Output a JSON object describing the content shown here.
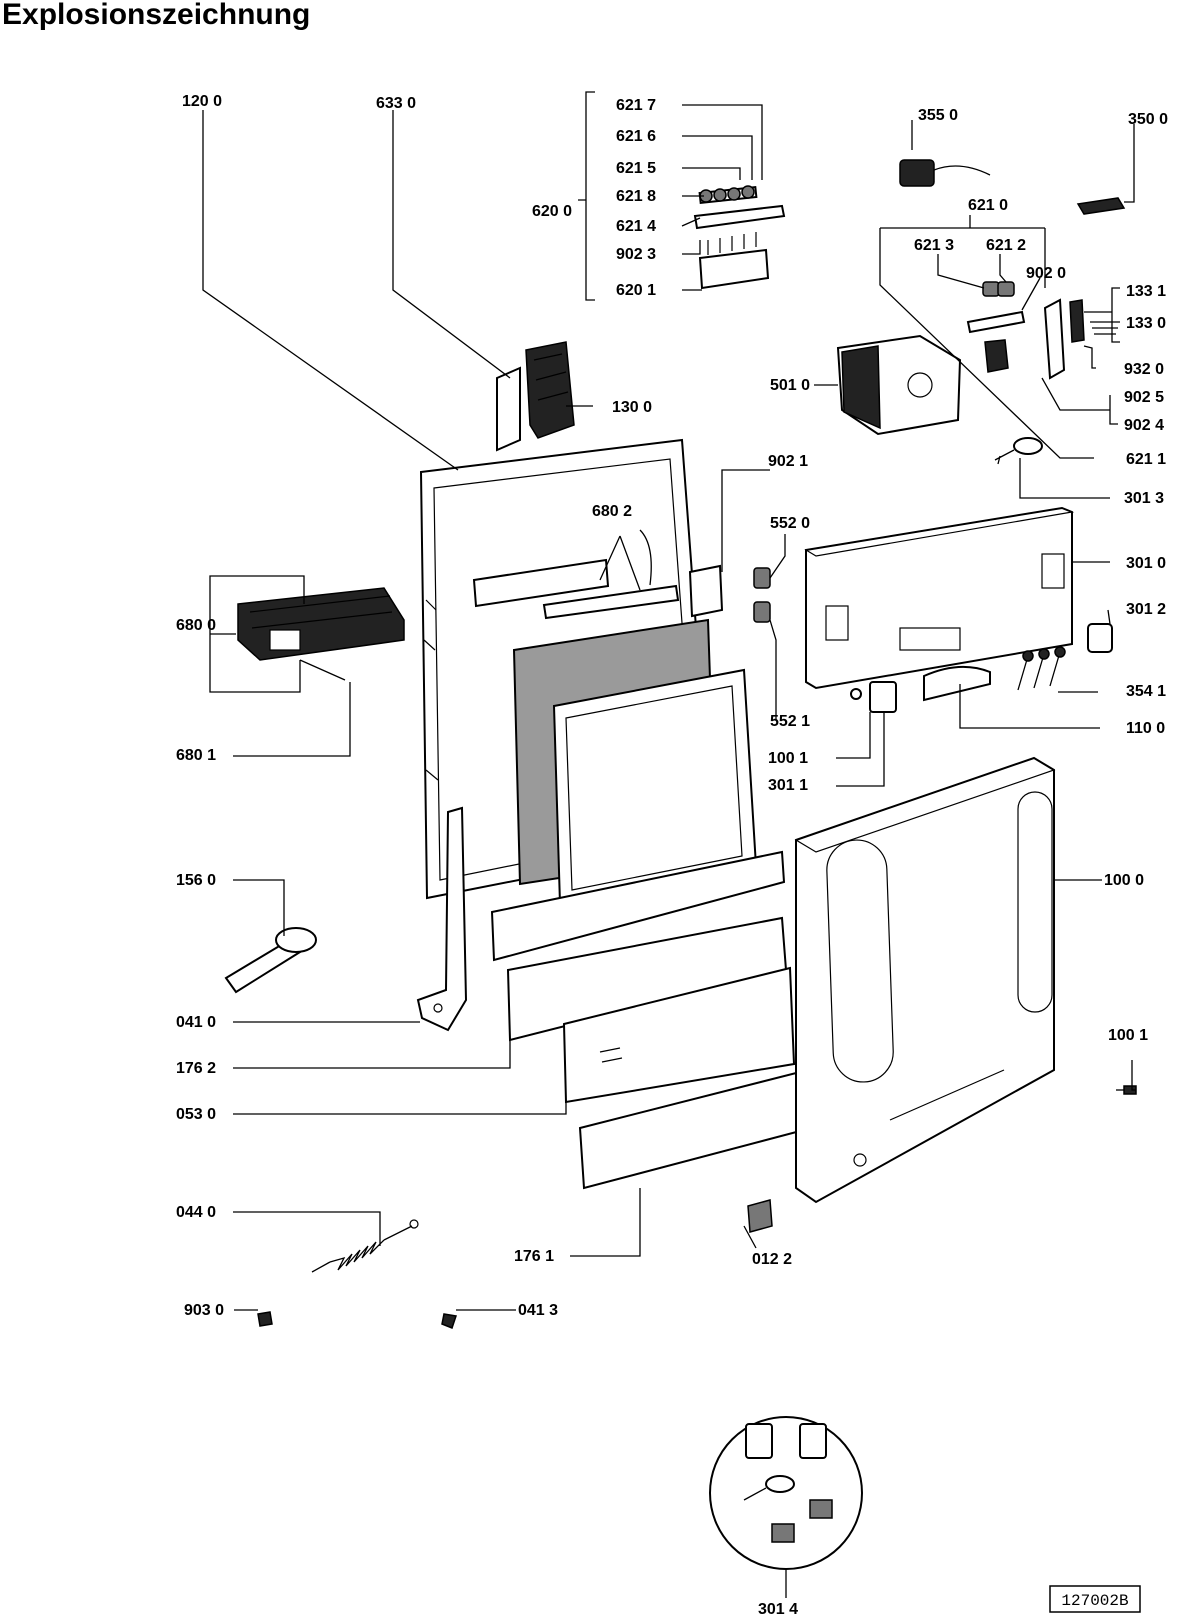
{
  "title": "Explosionszeichnung",
  "drawing_number": "127002B",
  "parts": [
    {
      "id": "p1200",
      "text": "120 0"
    },
    {
      "id": "p6330",
      "text": "633 0"
    },
    {
      "id": "p6217",
      "text": "621 7"
    },
    {
      "id": "p6216",
      "text": "621 6"
    },
    {
      "id": "p6215",
      "text": "621 5"
    },
    {
      "id": "p6218",
      "text": "621 8"
    },
    {
      "id": "p6200",
      "text": "620 0"
    },
    {
      "id": "p6214",
      "text": "621 4"
    },
    {
      "id": "p9023",
      "text": "902 3"
    },
    {
      "id": "p6201",
      "text": "620 1"
    },
    {
      "id": "p3550",
      "text": "355 0"
    },
    {
      "id": "p3500",
      "text": "350 0"
    },
    {
      "id": "p6210",
      "text": "621 0"
    },
    {
      "id": "p6213",
      "text": "621 3"
    },
    {
      "id": "p6212",
      "text": "621 2"
    },
    {
      "id": "p9020",
      "text": "902 0"
    },
    {
      "id": "p1331",
      "text": "133 1"
    },
    {
      "id": "p1330",
      "text": "133 0"
    },
    {
      "id": "p9320",
      "text": "932 0"
    },
    {
      "id": "p5010",
      "text": "501 0"
    },
    {
      "id": "p9025",
      "text": "902 5"
    },
    {
      "id": "p9024",
      "text": "902 4"
    },
    {
      "id": "p1300",
      "text": "130 0"
    },
    {
      "id": "p6211",
      "text": "621 1"
    },
    {
      "id": "p9021",
      "text": "902 1"
    },
    {
      "id": "p3013",
      "text": "301 3"
    },
    {
      "id": "p6802",
      "text": "680 2"
    },
    {
      "id": "p5520",
      "text": "552 0"
    },
    {
      "id": "p3010",
      "text": "301 0"
    },
    {
      "id": "p3012",
      "text": "301 2"
    },
    {
      "id": "p6800",
      "text": "680 0"
    },
    {
      "id": "p3541",
      "text": "354 1"
    },
    {
      "id": "p5521",
      "text": "552 1"
    },
    {
      "id": "p1100",
      "text": "110 0"
    },
    {
      "id": "p6801",
      "text": "680 1"
    },
    {
      "id": "p1001a",
      "text": "100 1"
    },
    {
      "id": "p3011",
      "text": "301 1"
    },
    {
      "id": "p1560",
      "text": "156 0"
    },
    {
      "id": "p1000",
      "text": "100 0"
    },
    {
      "id": "p0410",
      "text": "041 0"
    },
    {
      "id": "p1001b",
      "text": "100 1"
    },
    {
      "id": "p1762",
      "text": "176 2"
    },
    {
      "id": "p0530",
      "text": "053 0"
    },
    {
      "id": "p0440",
      "text": "044 0"
    },
    {
      "id": "p1761",
      "text": "176 1"
    },
    {
      "id": "p0122",
      "text": "012 2"
    },
    {
      "id": "p9030",
      "text": "903 0"
    },
    {
      "id": "p0413",
      "text": "041 3"
    },
    {
      "id": "p3014",
      "text": "301 4"
    }
  ]
}
